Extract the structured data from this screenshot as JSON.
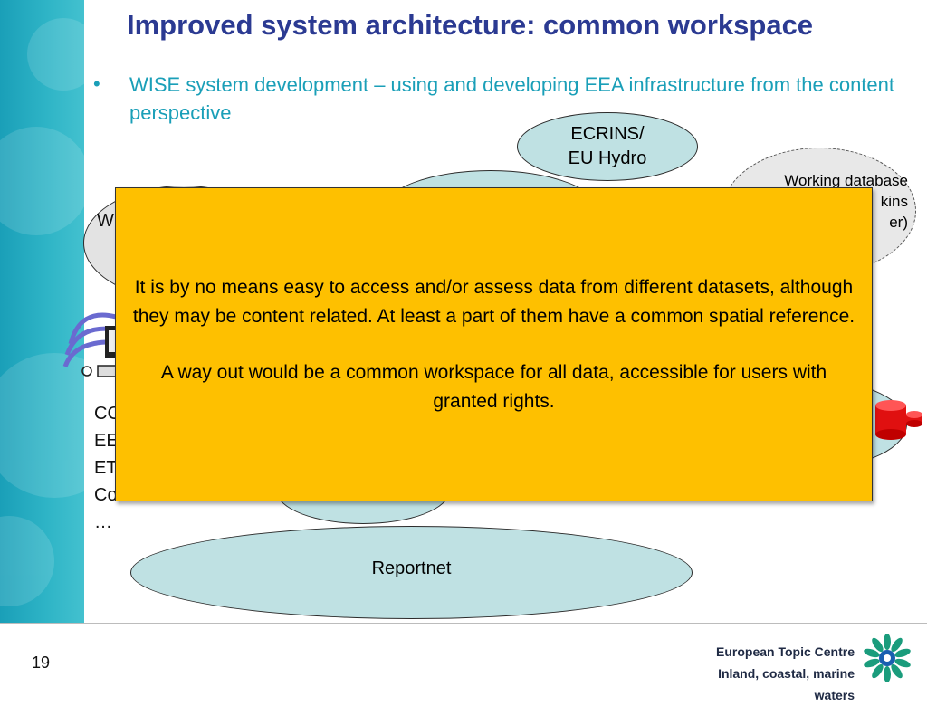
{
  "slide": {
    "title": "Improved system architecture: common workspace",
    "bullet": "WISE system development – using and developing EEA infrastructure from the content perspective",
    "page_number": "19"
  },
  "ellipses": {
    "ecrins": "ECRINS/\nEU Hydro",
    "working_db_lines": [
      "Working database",
      "kins",
      "er)"
    ],
    "left_fragment": "W",
    "reportnet": "Reportnet"
  },
  "left_list": [
    "CC",
    "EE",
    "ET",
    "Co",
    "…"
  ],
  "overlay": {
    "para1": "It is by no means easy to access and/or assess data from different datasets, although they may be content related. At least a part of them have a common spatial reference.",
    "para2": "A way out would be a common workspace for all data, accessible for users with granted rights."
  },
  "footer": {
    "brand_line1": "European Topic Centre",
    "brand_line2": "Inland, coastal, marine waters"
  },
  "colors": {
    "title": "#2b3a92",
    "bullet": "#1a9fb8",
    "ellipse_fill": "#bfe1e3",
    "overlay_fill": "#fec000",
    "side_band": "#2eb4c6"
  },
  "icons": [
    "computer-icon",
    "database-cylinder-icon",
    "etc-logo-icon"
  ]
}
